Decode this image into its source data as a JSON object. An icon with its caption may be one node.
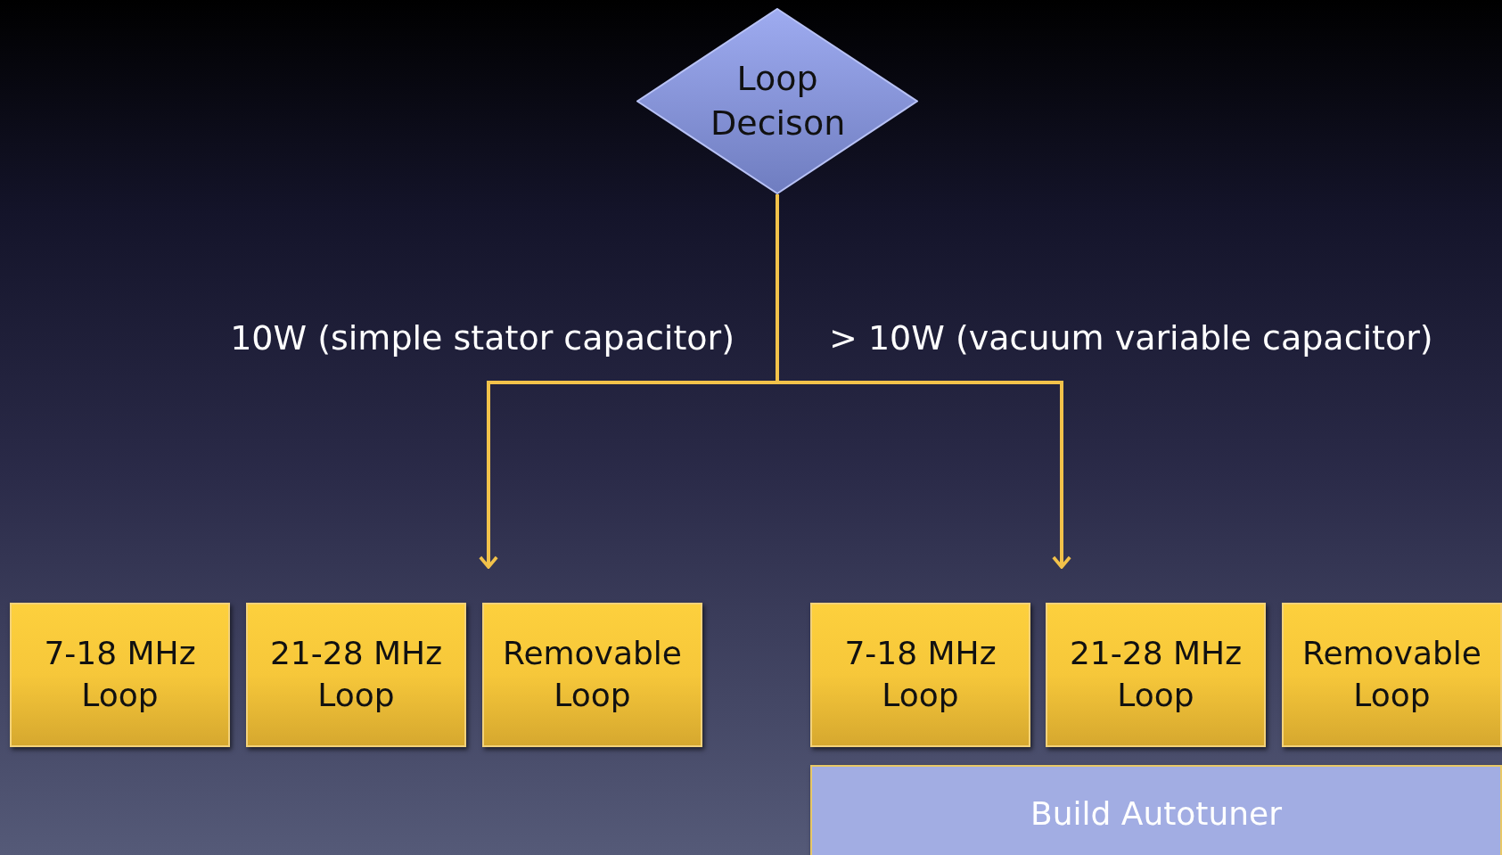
{
  "diagram": {
    "nodes": [
      {
        "text": [
          "Loop Decison"
        ]
      },
      {
        "text": [
          "7-18 MHz Loop"
        ]
      },
      {
        "text": [
          "21-28 MHz Loop"
        ]
      },
      {
        "text": [
          "Removable Loop"
        ]
      },
      {
        "text": [
          "7-18 MHz Loop"
        ]
      },
      {
        "text": [
          "21-28 MHz Loop"
        ]
      },
      {
        "text": [
          "Removable Loop"
        ]
      },
      {
        "text": [
          "Build Autotuner"
        ]
      }
    ],
    "edges": [
      {
        "from": 0,
        "to": 3,
        "arrow": "to",
        "label": "10W (simple stator capacitor)"
      },
      {
        "from": 0,
        "to": 5,
        "arrow": "to",
        "label": "> 10W (vacuum variable capacitor)"
      }
    ]
  }
}
